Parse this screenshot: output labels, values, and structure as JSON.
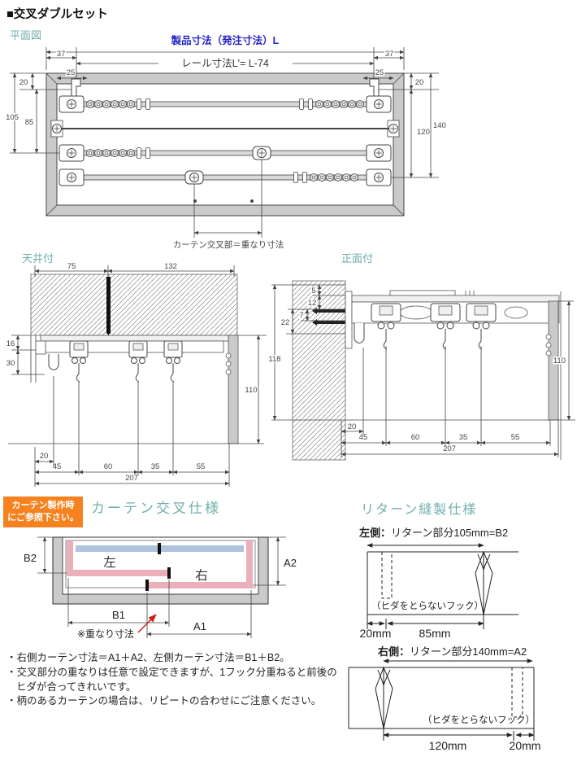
{
  "title": "■交叉ダブルセット",
  "plan": {
    "heading": "平面図",
    "product_dim": "製品寸法（発注寸法）L",
    "rail_dim": "レール寸法L'= L-74",
    "d37l": "37",
    "d25l": "25",
    "d37r": "37",
    "d25r": "25",
    "d20l": "20",
    "d85": "85",
    "d105": "105",
    "d20r": "20",
    "d120": "120",
    "d140": "140",
    "overlap": "カーテン交叉部＝重なり寸法"
  },
  "ceiling": {
    "heading": "天井付",
    "d75": "75",
    "d132": "132",
    "d16": "16",
    "d30": "30",
    "d110": "110",
    "d20": "20",
    "d45": "45",
    "d60": "60",
    "d35": "35",
    "d55": "55",
    "d207": "207"
  },
  "front": {
    "heading": "正面付",
    "d5": "5",
    "d12": "12",
    "d7": "7",
    "d22": "22",
    "d118": "118",
    "d110": "110",
    "d20": "20",
    "d45": "45",
    "d60": "60",
    "d35": "35",
    "d55": "55",
    "d207": "207"
  },
  "cross": {
    "badge1": "カーテン製作時",
    "badge2": "にご参照下さい。",
    "heading": "カーテン交叉仕様",
    "left": "左",
    "right": "右",
    "b2": "B2",
    "a2": "A2",
    "b1": "B1",
    "a1": "A1",
    "overlap_note": "※重なり寸法",
    "notes": [
      "・右側カーテン寸法＝A1＋A2、左側カーテン寸法＝B1＋B2。",
      "・交叉部分の重なりは任意で設定できますが、1フック分重ねると前後の",
      "ヒダが合ってきれいです。",
      "・柄のあるカーテンの場合は、リピートの合わせにご注意ください。"
    ]
  },
  "returns": {
    "heading": "リターン縫製仕様",
    "left_title_b": "左側：",
    "left_title": "リターン部分105mm=B2",
    "right_title_b": "右側：",
    "right_title": "リターン部分140mm=A2",
    "hook_note": "（ヒダをとらないフック）",
    "l_d1": "20mm",
    "l_d2": "85mm",
    "r_d1": "120mm",
    "r_d2": "20mm"
  },
  "colors": {
    "teal": "#6FAEAC",
    "blue": "#2424C8",
    "orange": "#F5821F",
    "curtain_pink": "#EAAFB8",
    "lace_blue": "#AEC3DE",
    "frame_gray": "#CACACA"
  }
}
